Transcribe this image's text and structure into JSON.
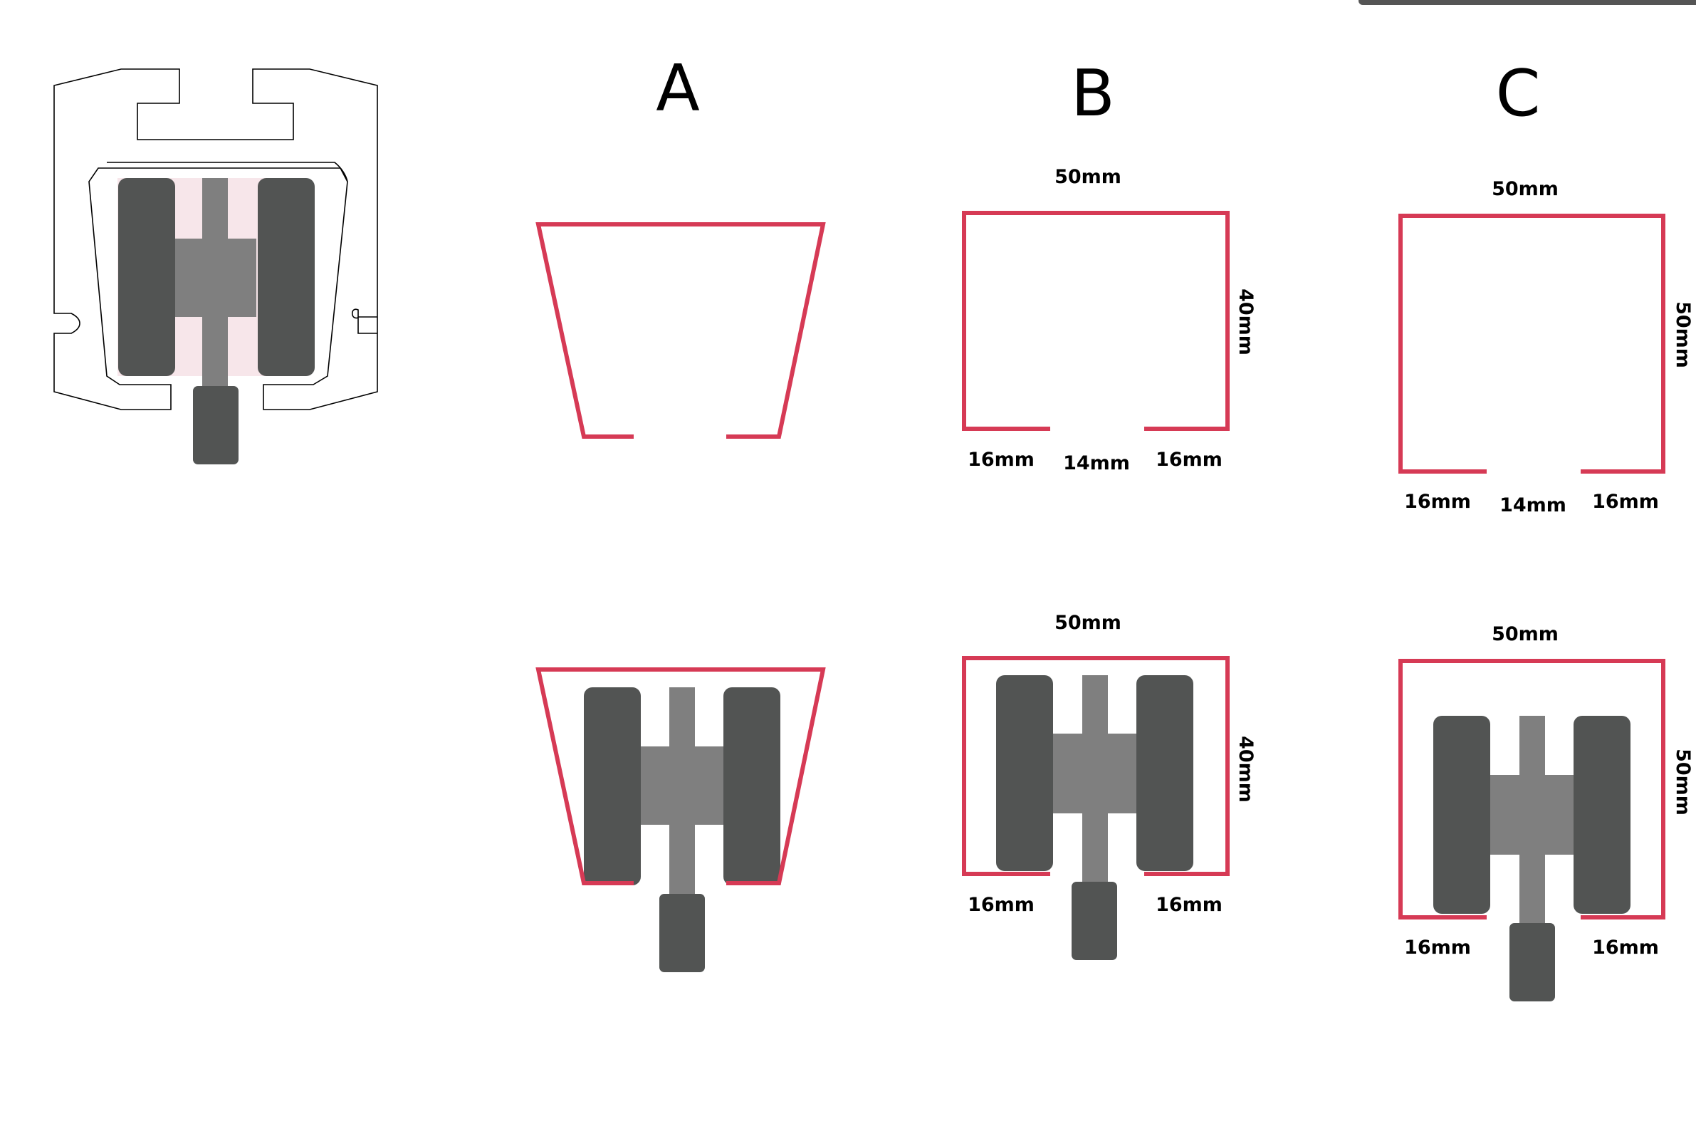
{
  "columns": {
    "a": "A",
    "b": "B",
    "c": "C"
  },
  "dimensions": {
    "b_width": "50mm",
    "b_height": "40mm",
    "b_flange_left": "16mm",
    "b_gap": "14mm",
    "b_flange_right": "16mm",
    "c_width": "50mm",
    "c_height": "50mm",
    "c_flange_left": "16mm",
    "c_gap": "14mm",
    "c_flange_right": "16mm"
  },
  "colors": {
    "profile": "#d63a55",
    "wheel": "#525453",
    "hub": "#7f7f7f",
    "highlight": "#f7e6ea",
    "outline": "#000000",
    "toolbar": "#555555"
  }
}
